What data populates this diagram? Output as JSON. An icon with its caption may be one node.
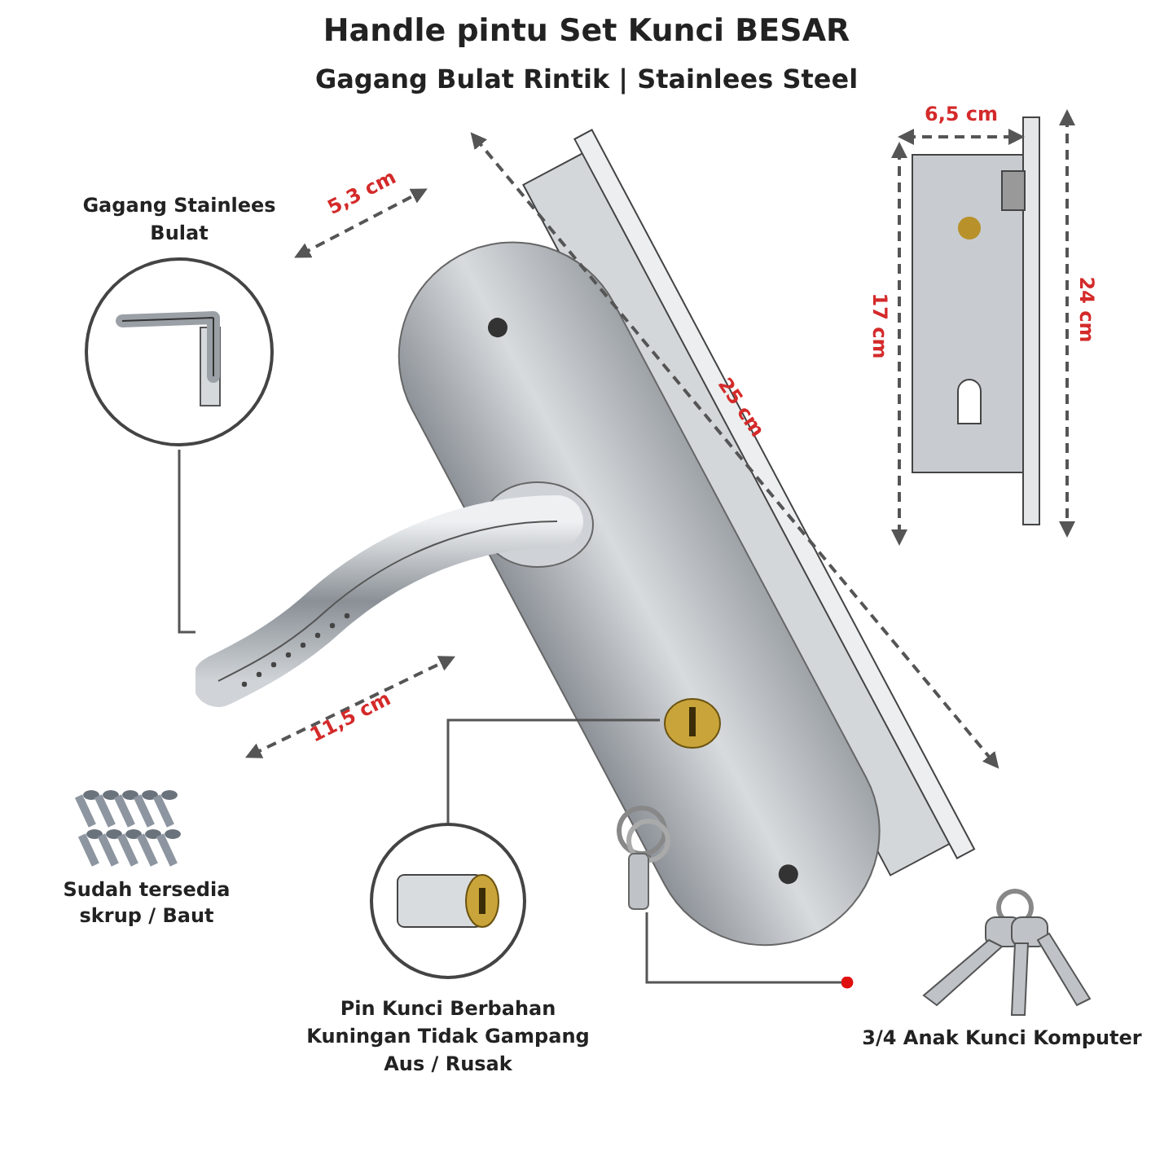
{
  "diagram": {
    "title": "Handle pintu Set Kunci BESAR",
    "nodes": [
      {
        "text": [
          "Gagang Stainlees Bulat"
        ]
      },
      {
        "text": [],
        "shape": "picture"
      },
      {
        "text": [
          "Pin Kunci Berbahan Kuningan Tidak Gampang Aus / Rusak"
        ]
      },
      {
        "text": [],
        "shape": "picture"
      },
      {
        "text": [
          "3/4 Anak Kunci Komputer"
        ]
      },
      {
        "text": [],
        "shape": "picture"
      }
    ],
    "edges": [
      {
        "from": 0,
        "to": 1,
        "arrow": "none"
      },
      {
        "from": 2,
        "to": 3,
        "arrow": "none"
      },
      {
        "from": 5,
        "to": 4,
        "arrow": "other"
      }
    ],
    "labels": [
      "Gagang Bulat Rintik | Stainlees Steel",
      "5,3 cm",
      "25 cm",
      "6,5 cm",
      "17 cm",
      "24 cm",
      "11,5 cm",
      "Sudah tersedia skrup / Baut"
    ]
  }
}
